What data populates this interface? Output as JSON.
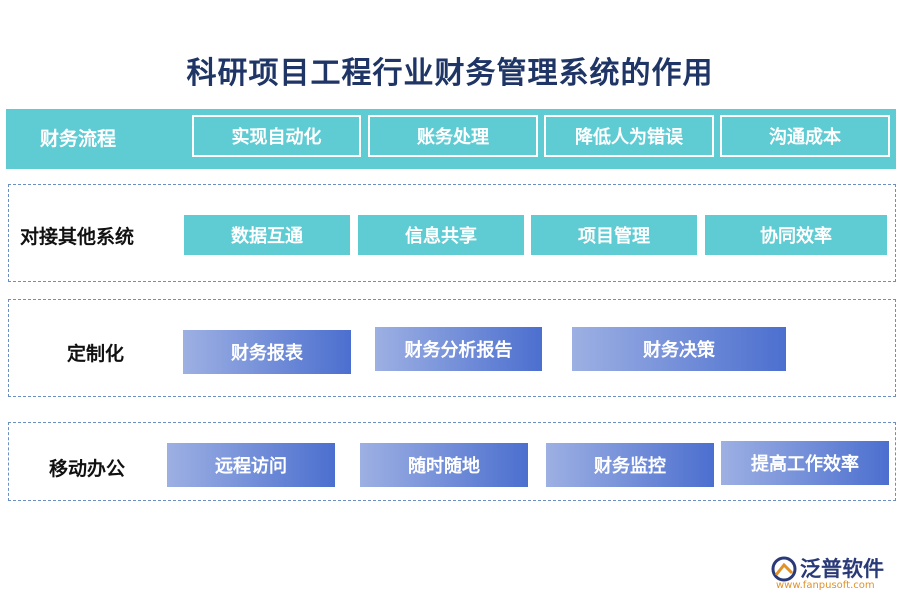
{
  "title": "科研项目工程行业财务管理系统的作用",
  "finance_flow": {
    "label": "财务流程",
    "items": [
      "实现自动化",
      "账务处理",
      "降低人为错误",
      "沟通成本"
    ]
  },
  "integration": {
    "label": "对接其他系统",
    "items": [
      "数据互通",
      "信息共享",
      "项目管理",
      "协同效率"
    ]
  },
  "customization": {
    "label": "定制化",
    "items": [
      "财务报表",
      "财务分析报告",
      "财务决策"
    ]
  },
  "mobile": {
    "label": "移动办公",
    "items": [
      "远程访问",
      "随时随地",
      "财务监控",
      "提高工作效率"
    ]
  },
  "logo": {
    "name": "泛普软件",
    "url": "www.fanpusoft.com"
  },
  "colors": {
    "teal": "#5fcbd3",
    "title": "#1f3566",
    "gradient_start": "#9db0e3",
    "gradient_end": "#4c6fcf"
  }
}
